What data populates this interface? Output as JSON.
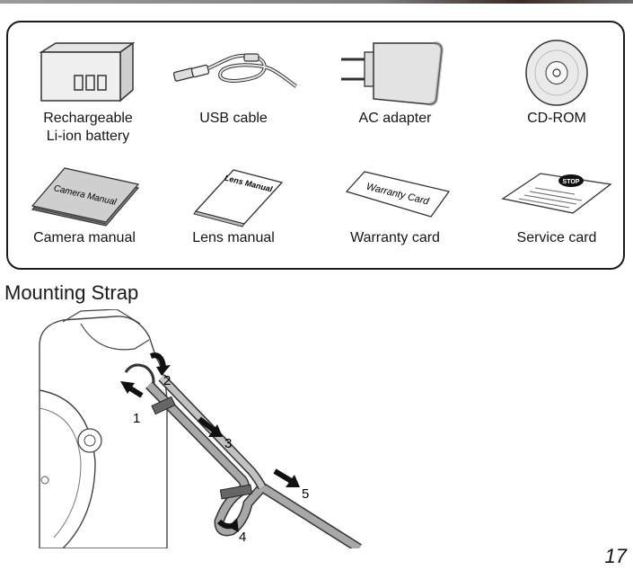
{
  "package_contents": {
    "items": [
      {
        "label": "Rechargeable\nLi-ion battery",
        "icon": "battery-icon"
      },
      {
        "label": "USB cable",
        "icon": "usb-cable-icon"
      },
      {
        "label": "AC adapter",
        "icon": "ac-adapter-icon"
      },
      {
        "label": "CD-ROM",
        "icon": "cd-rom-icon"
      },
      {
        "label": "Camera manual",
        "icon": "camera-manual-icon",
        "cover_text": "Camera Manual"
      },
      {
        "label": "Lens manual",
        "icon": "lens-manual-icon",
        "cover_text": "Lens Manual"
      },
      {
        "label": "Warranty card",
        "icon": "warranty-card-icon",
        "cover_text": "Warranty Card"
      },
      {
        "label": "Service card",
        "icon": "service-card-icon",
        "cover_text": "STOP"
      }
    ]
  },
  "section": {
    "title": "Mounting Strap"
  },
  "strap_steps": [
    "1",
    "2",
    "3",
    "4",
    "5"
  ],
  "page": {
    "number": "17"
  }
}
